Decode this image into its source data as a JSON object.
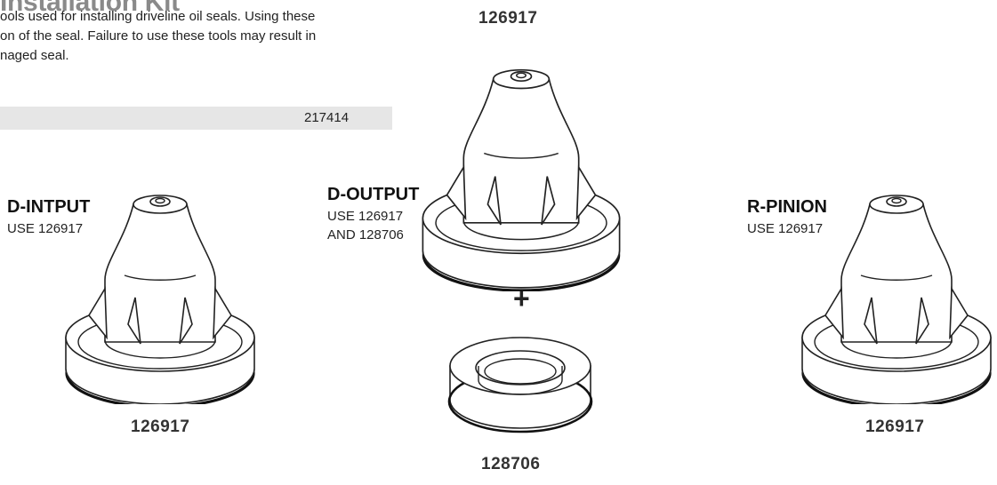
{
  "header": {
    "title": "Installation Kit",
    "description_lines": [
      "ools used for installing driveline oil seals. Using these",
      "on of the seal. Failure to use these tools may result in",
      "naged seal."
    ],
    "kit_number": "217414"
  },
  "tools": {
    "top_part_number": "126917",
    "d_input": {
      "heading": "D-INTPUT",
      "use": "USE 126917",
      "part_number": "126917"
    },
    "d_output": {
      "heading": "D-OUTPUT",
      "use_line1": "USE 126917",
      "use_line2": "AND 128706",
      "plus": "+",
      "ring_part_number": "128706"
    },
    "r_pinion": {
      "heading": "R-PINION",
      "use": "USE 126917",
      "part_number": "126917"
    }
  }
}
